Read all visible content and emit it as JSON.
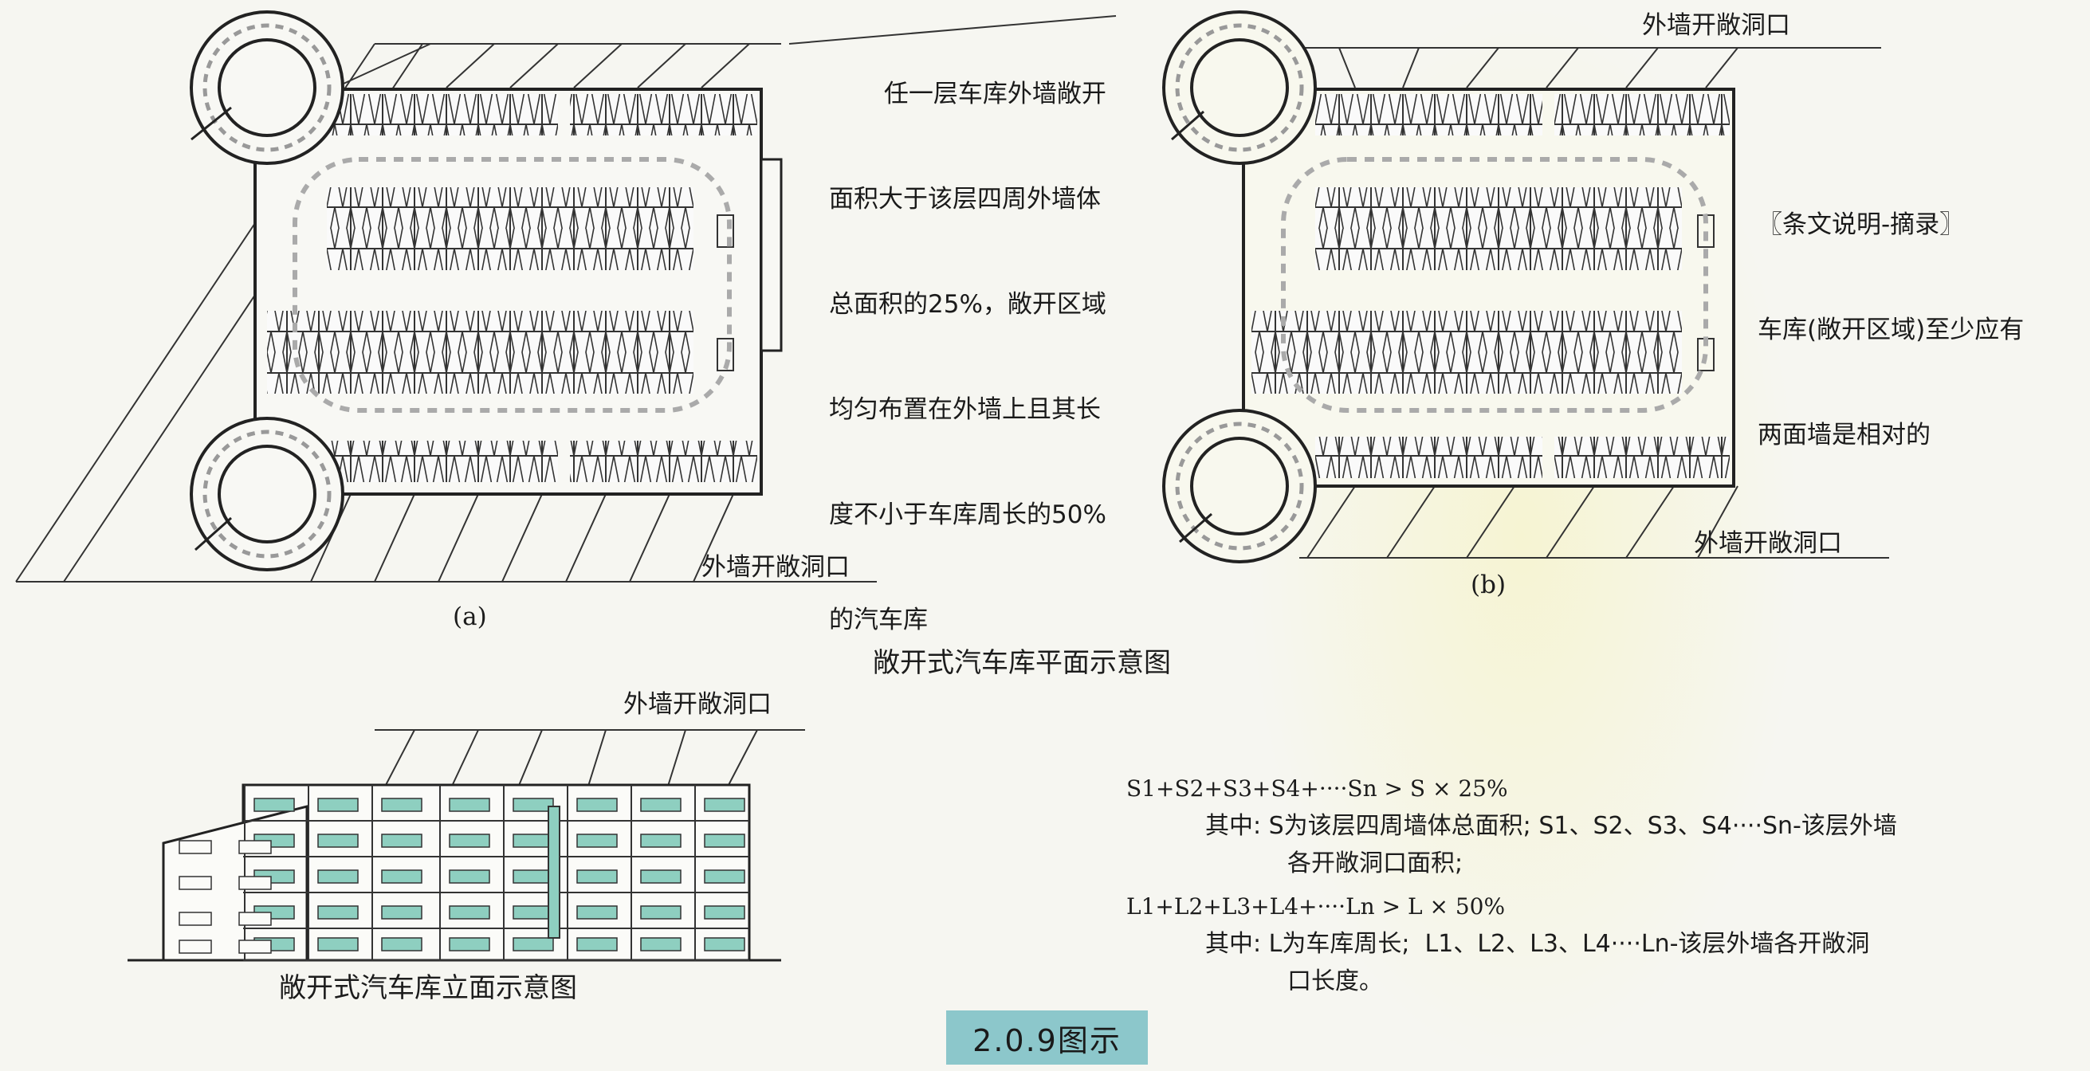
{
  "plan_a": {
    "callout_top": [
      "任一层车库外墙敞开",
      "面积大于该层四周外墙体",
      "总面积的25%，敞开区域",
      "均匀布置在外墙上且其长",
      "度不小于车库周长的50%",
      "的汽车库"
    ],
    "callout_bottom": "外墙开敞洞口",
    "label": "(a)"
  },
  "plan_b": {
    "callout_top": "外墙开敞洞口",
    "note": [
      "〖条文说明-摘录〗",
      "车库(敞开区域)至少应有",
      "两面墙是相对的"
    ],
    "callout_bottom": "外墙开敞洞口",
    "label": "(b)"
  },
  "plan_title": "敞开式汽车库平面示意图",
  "elevation": {
    "callout": "外墙开敞洞口",
    "title": "敞开式汽车库立面示意图"
  },
  "formulas": {
    "line1": "S1+S2+S3+S4+····Sn > S × 25%",
    "line2": "其中: S为该层四周墙体总面积; S1、S2、S3、S4····Sn-该层外墙",
    "line3": "各开敞洞口面积;",
    "line4": "L1+L2+L3+L4+····Ln > L × 50%",
    "line5": "其中: L为车库周长;  L1、L2、L3、L4····Ln-该层外墙各开敞洞",
    "line6": "口长度。"
  },
  "figure_caption": "2.0.9图示",
  "colors": {
    "caption_bg": "#8cc7cb",
    "glass": "#8ecfc0",
    "line": "#2a2a2a"
  }
}
